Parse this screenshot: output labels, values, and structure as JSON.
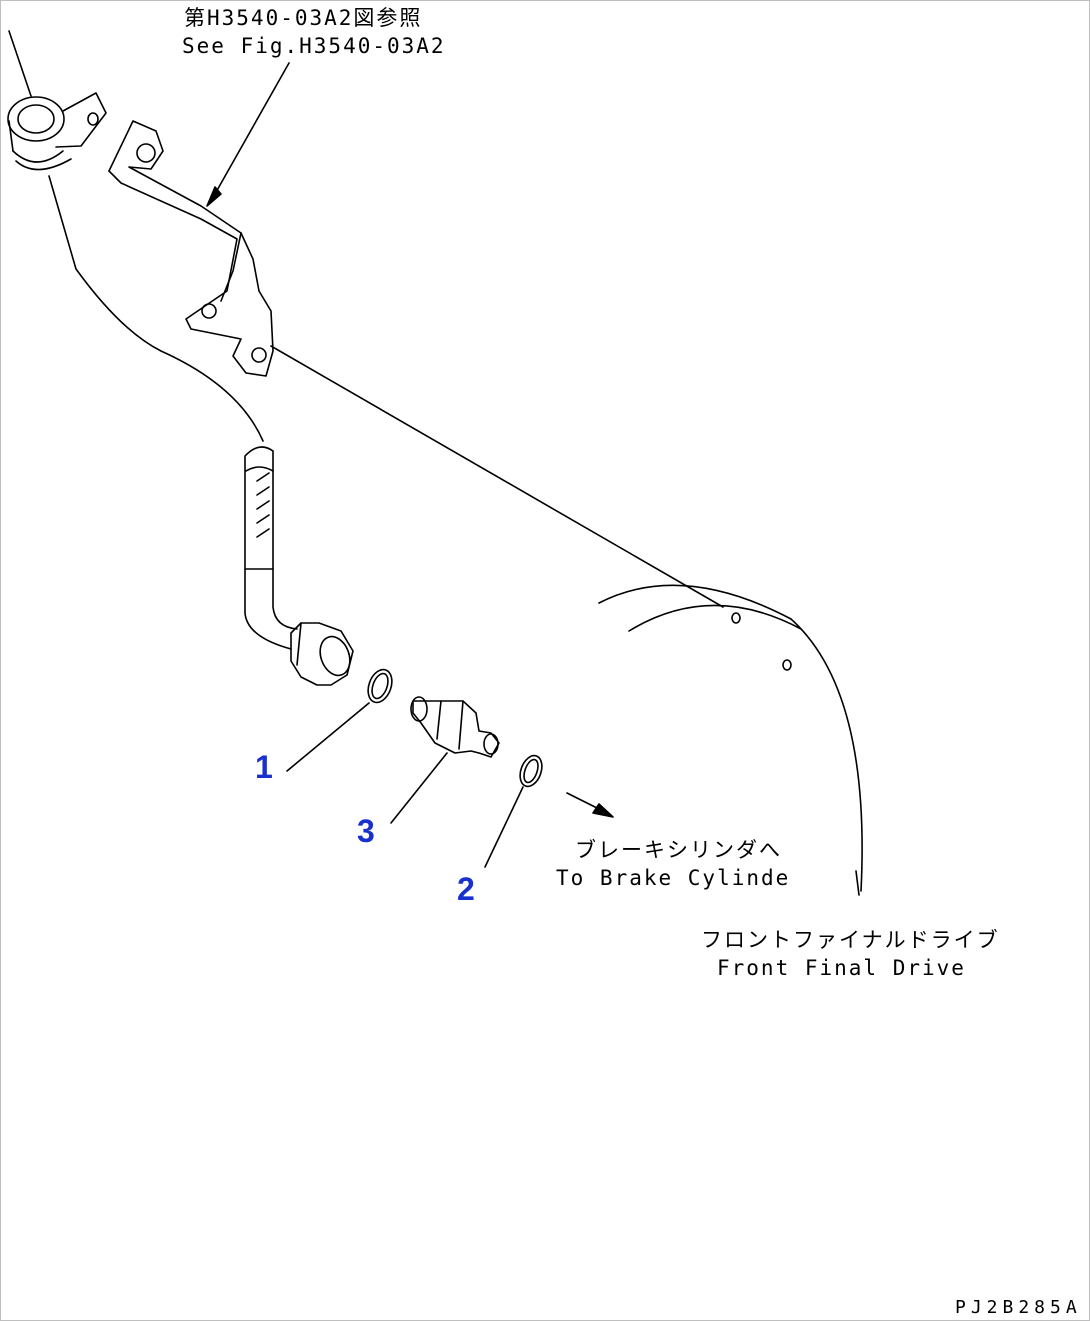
{
  "reference": {
    "jp": "第H3540-03A2図参照",
    "en": "See Fig.H3540-03A2"
  },
  "destination": {
    "jp": "ブレーキシリンダへ",
    "en": "To Brake Cylinde"
  },
  "component": {
    "jp": "フロントファイナルドライブ",
    "en": "Front Final Drive"
  },
  "callouts": {
    "one": "1",
    "two": "2",
    "three": "3"
  },
  "drawing_code": "PJ2B285A",
  "colors": {
    "line": "#000000",
    "callout": "#1a2fd0"
  }
}
